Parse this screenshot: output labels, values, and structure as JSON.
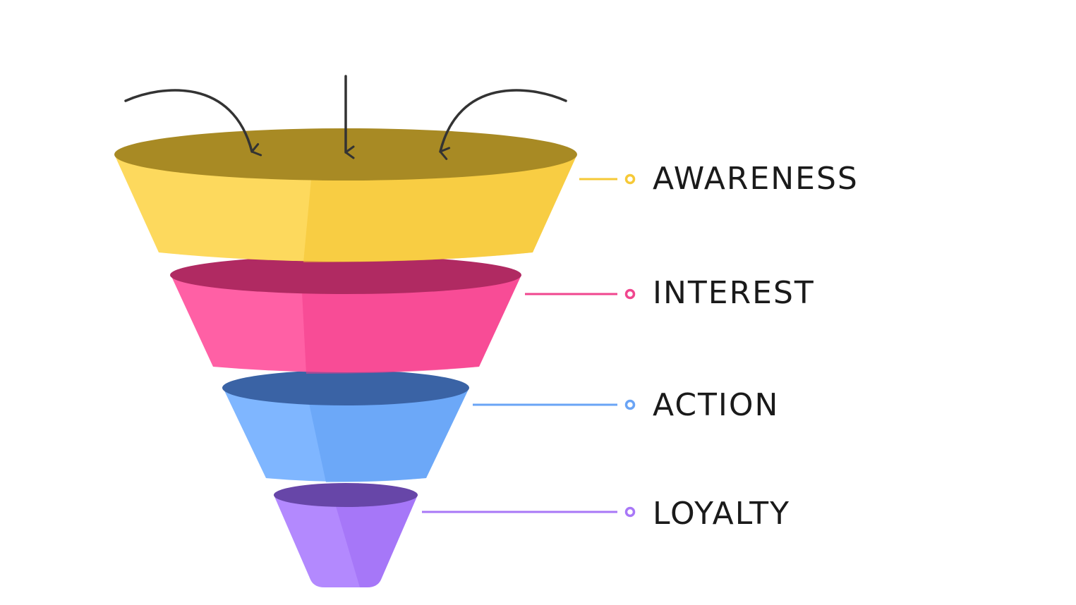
{
  "stages": [
    {
      "label": "AWARENESS",
      "color": "#FDD13A",
      "shade": "#F4C22E",
      "rim": "#A88A24",
      "rim_light": "#BA9A2C",
      "line": "#F6C937"
    },
    {
      "label": "INTEREST",
      "color": "#FF3D92",
      "shade": "#F23C8A",
      "rim": "#B02A62",
      "rim_light": "#C4336F",
      "line": "#F0468E"
    },
    {
      "label": "ACTION",
      "color": "#63A6FF",
      "shade": "#5D9CF3",
      "rim": "#3A63A5",
      "rim_light": "#4876BC",
      "line": "#6AA4F5"
    },
    {
      "label": "LOYALTY",
      "color": "#A370FE",
      "shade": "#9A68F2",
      "rim": "#6746A8",
      "rim_light": "#7651BC",
      "line": "#A877F7"
    }
  ],
  "arrow_color": "#333333",
  "arrow_icon": "curved-arrow-down"
}
